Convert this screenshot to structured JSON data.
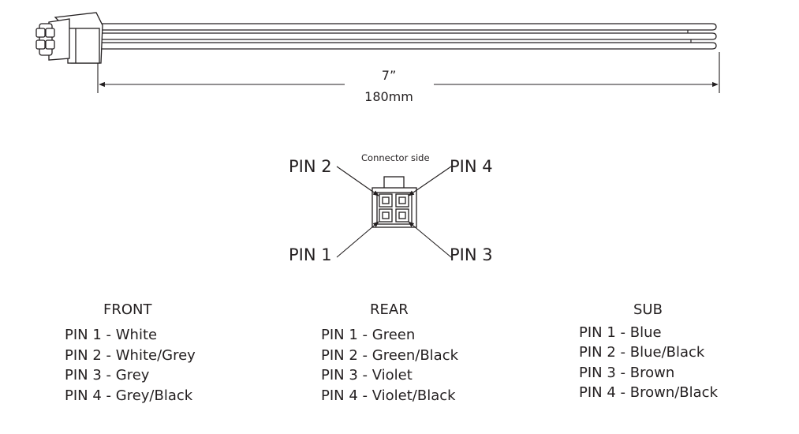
{
  "cable": {
    "length_in": "7”",
    "length_mm": "180mm"
  },
  "connector": {
    "caption": "Connector side",
    "pin_labels": [
      "PIN 2",
      "PIN 4",
      "PIN 1",
      "PIN 3"
    ]
  },
  "columns": [
    {
      "heading": "FRONT",
      "pins": [
        "PIN 1 - White",
        "PIN 2 - White/Grey",
        "PIN 3 - Grey",
        "PIN 4 - Grey/Black"
      ]
    },
    {
      "heading": "REAR",
      "pins": [
        "PIN 1 - Green",
        "PIN 2 - Green/Black",
        "PIN 3 - Violet",
        "PIN 4 - Violet/Black"
      ]
    },
    {
      "heading": "SUB",
      "pins": [
        "PIN 1 - Blue",
        "PIN 2 - Blue/Black",
        "PIN 3 - Brown",
        "PIN 4 - Brown/Black"
      ]
    }
  ]
}
